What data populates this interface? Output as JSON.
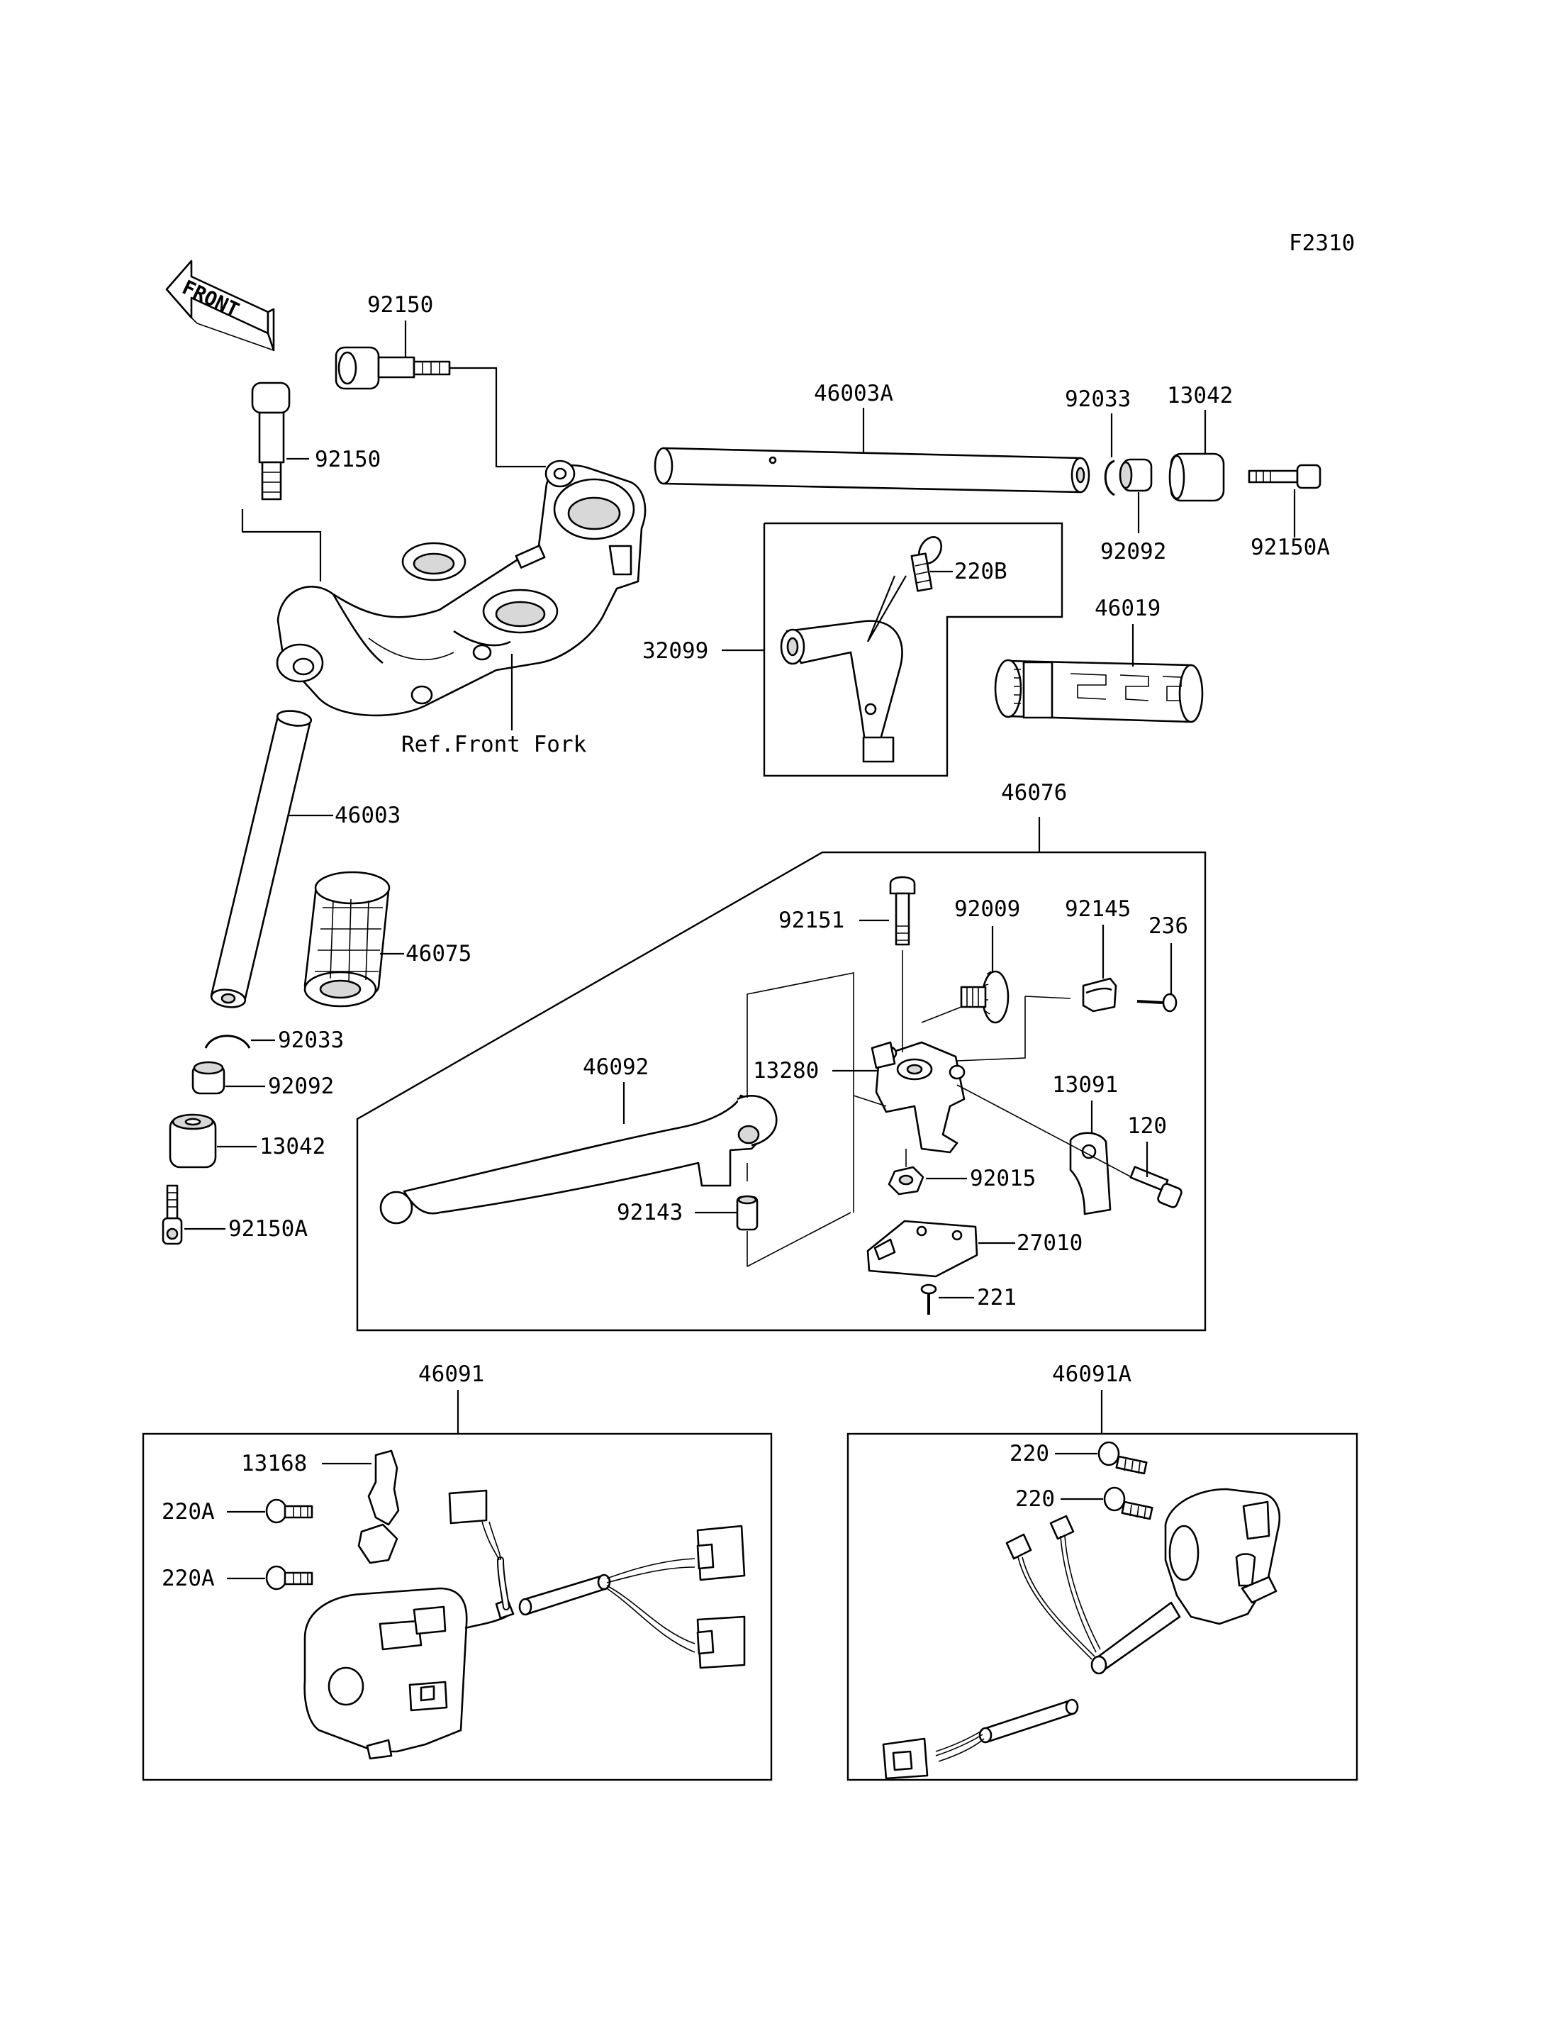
{
  "figure_code": "F2310",
  "front_arrow_text": "FRONT",
  "ref_note": "Ref.Front Fork",
  "part_labels": {
    "p92150_top": "92150",
    "p92150_left": "92150",
    "p46003A": "46003A",
    "p92033_r": "92033",
    "p13042_r": "13042",
    "p92092_r": "92092",
    "p92150A_r": "92150A",
    "p220B": "220B",
    "p32099": "32099",
    "p46019": "46019",
    "p46003": "46003",
    "p46075": "46075",
    "p92033_l": "92033",
    "p92092_l": "92092",
    "p13042_l": "13042",
    "p92150A_l": "92150A",
    "p46076": "46076",
    "p92151": "92151",
    "p92009": "92009",
    "p92145": "92145",
    "p236": "236",
    "p46092": "46092",
    "p13280": "13280",
    "p13091": "13091",
    "p120": "120",
    "p92015": "92015",
    "p92143": "92143",
    "p27010": "27010",
    "p221": "221",
    "p46091": "46091",
    "p46091A": "46091A",
    "p13168": "13168",
    "p220A_1": "220A",
    "p220A_2": "220A",
    "p220_1": "220",
    "p220_2": "220"
  }
}
